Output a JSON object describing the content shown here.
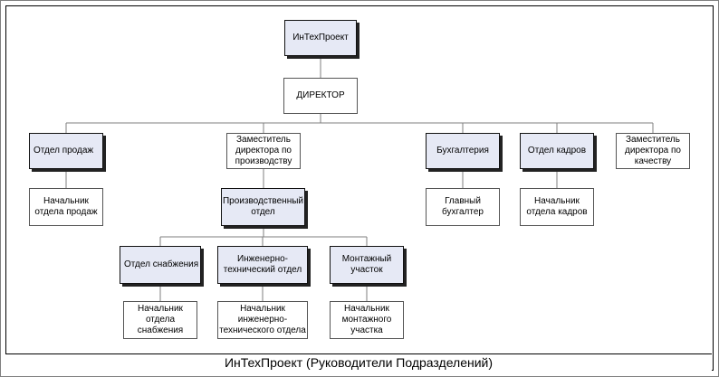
{
  "org_chart": {
    "company": "ИнТехПроект",
    "director": "ДИРЕКТОР",
    "sales_dept": "Отдел продаж",
    "sales_head": "Начальник\nотдела продаж",
    "deputy_production": "Заместитель\nдиректора по\nпроизводству",
    "production_dept": "Производственный\nотдел",
    "supply_dept": "Отдел снабжения",
    "supply_head": "Начальник\nотдела\nснабжения",
    "engineering_dept": "Инженерно-\nтехнический отдел",
    "engineering_head": "Начальник\nинженерно-\nтехнического отдела",
    "installation_dept": "Монтажный\nучасток",
    "installation_head": "Начальник\nмонтажного\nучастка",
    "accounting": "Бухгалтерия",
    "chief_accountant": "Главный\nбухгалтер",
    "hr_dept": "Отдел кадров",
    "hr_head": "Начальник\nотдела кадров",
    "deputy_quality": "Заместитель\nдиректора по\nкачеству"
  },
  "footer": "ИнТехПроект (Руководители Подразделений)"
}
